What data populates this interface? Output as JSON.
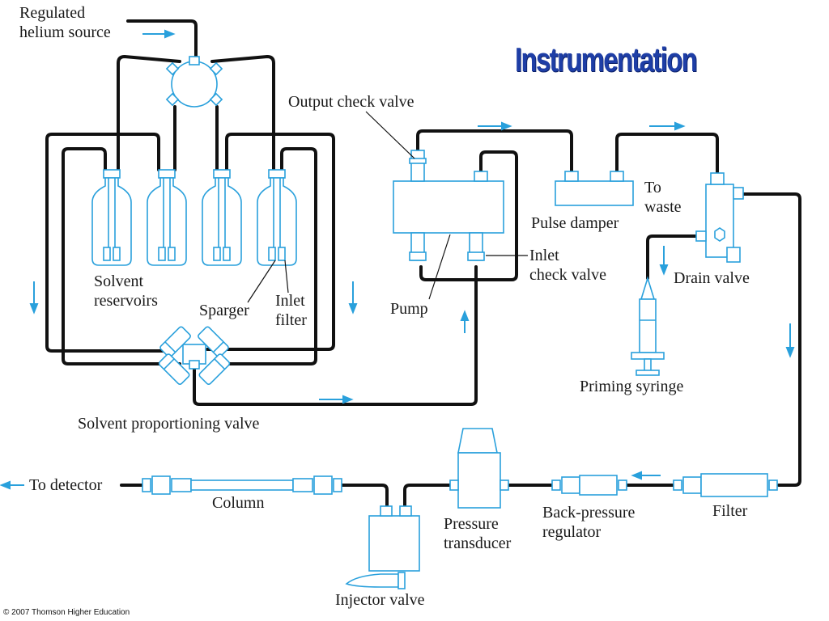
{
  "title": "Instrumentation",
  "copyright": "© 2007 Thomson Higher Education",
  "labels": {
    "helium_source": "Regulated\nhelium source",
    "output_check_valve": "Output check valve",
    "pulse_damper": "Pulse damper",
    "to_waste": "To\nwaste",
    "inlet_check_valve": "Inlet\ncheck valve",
    "drain_valve": "Drain valve",
    "solvent_reservoirs": "Solvent\nreservoirs",
    "sparger": "Sparger",
    "inlet_filter": "Inlet\nfilter",
    "pump": "Pump",
    "priming_syringe": "Priming syringe",
    "solvent_proportioning_valve": "Solvent proportioning valve",
    "to_detector": "To detector",
    "column": "Column",
    "pressure_transducer": "Pressure\ntransducer",
    "back_pressure_regulator": "Back-pressure\nregulator",
    "filter": "Filter",
    "injector_valve": "Injector valve"
  },
  "colors": {
    "component_outline": "#29a0dc",
    "tubing": "#111111",
    "title": "#1e3ea6"
  }
}
